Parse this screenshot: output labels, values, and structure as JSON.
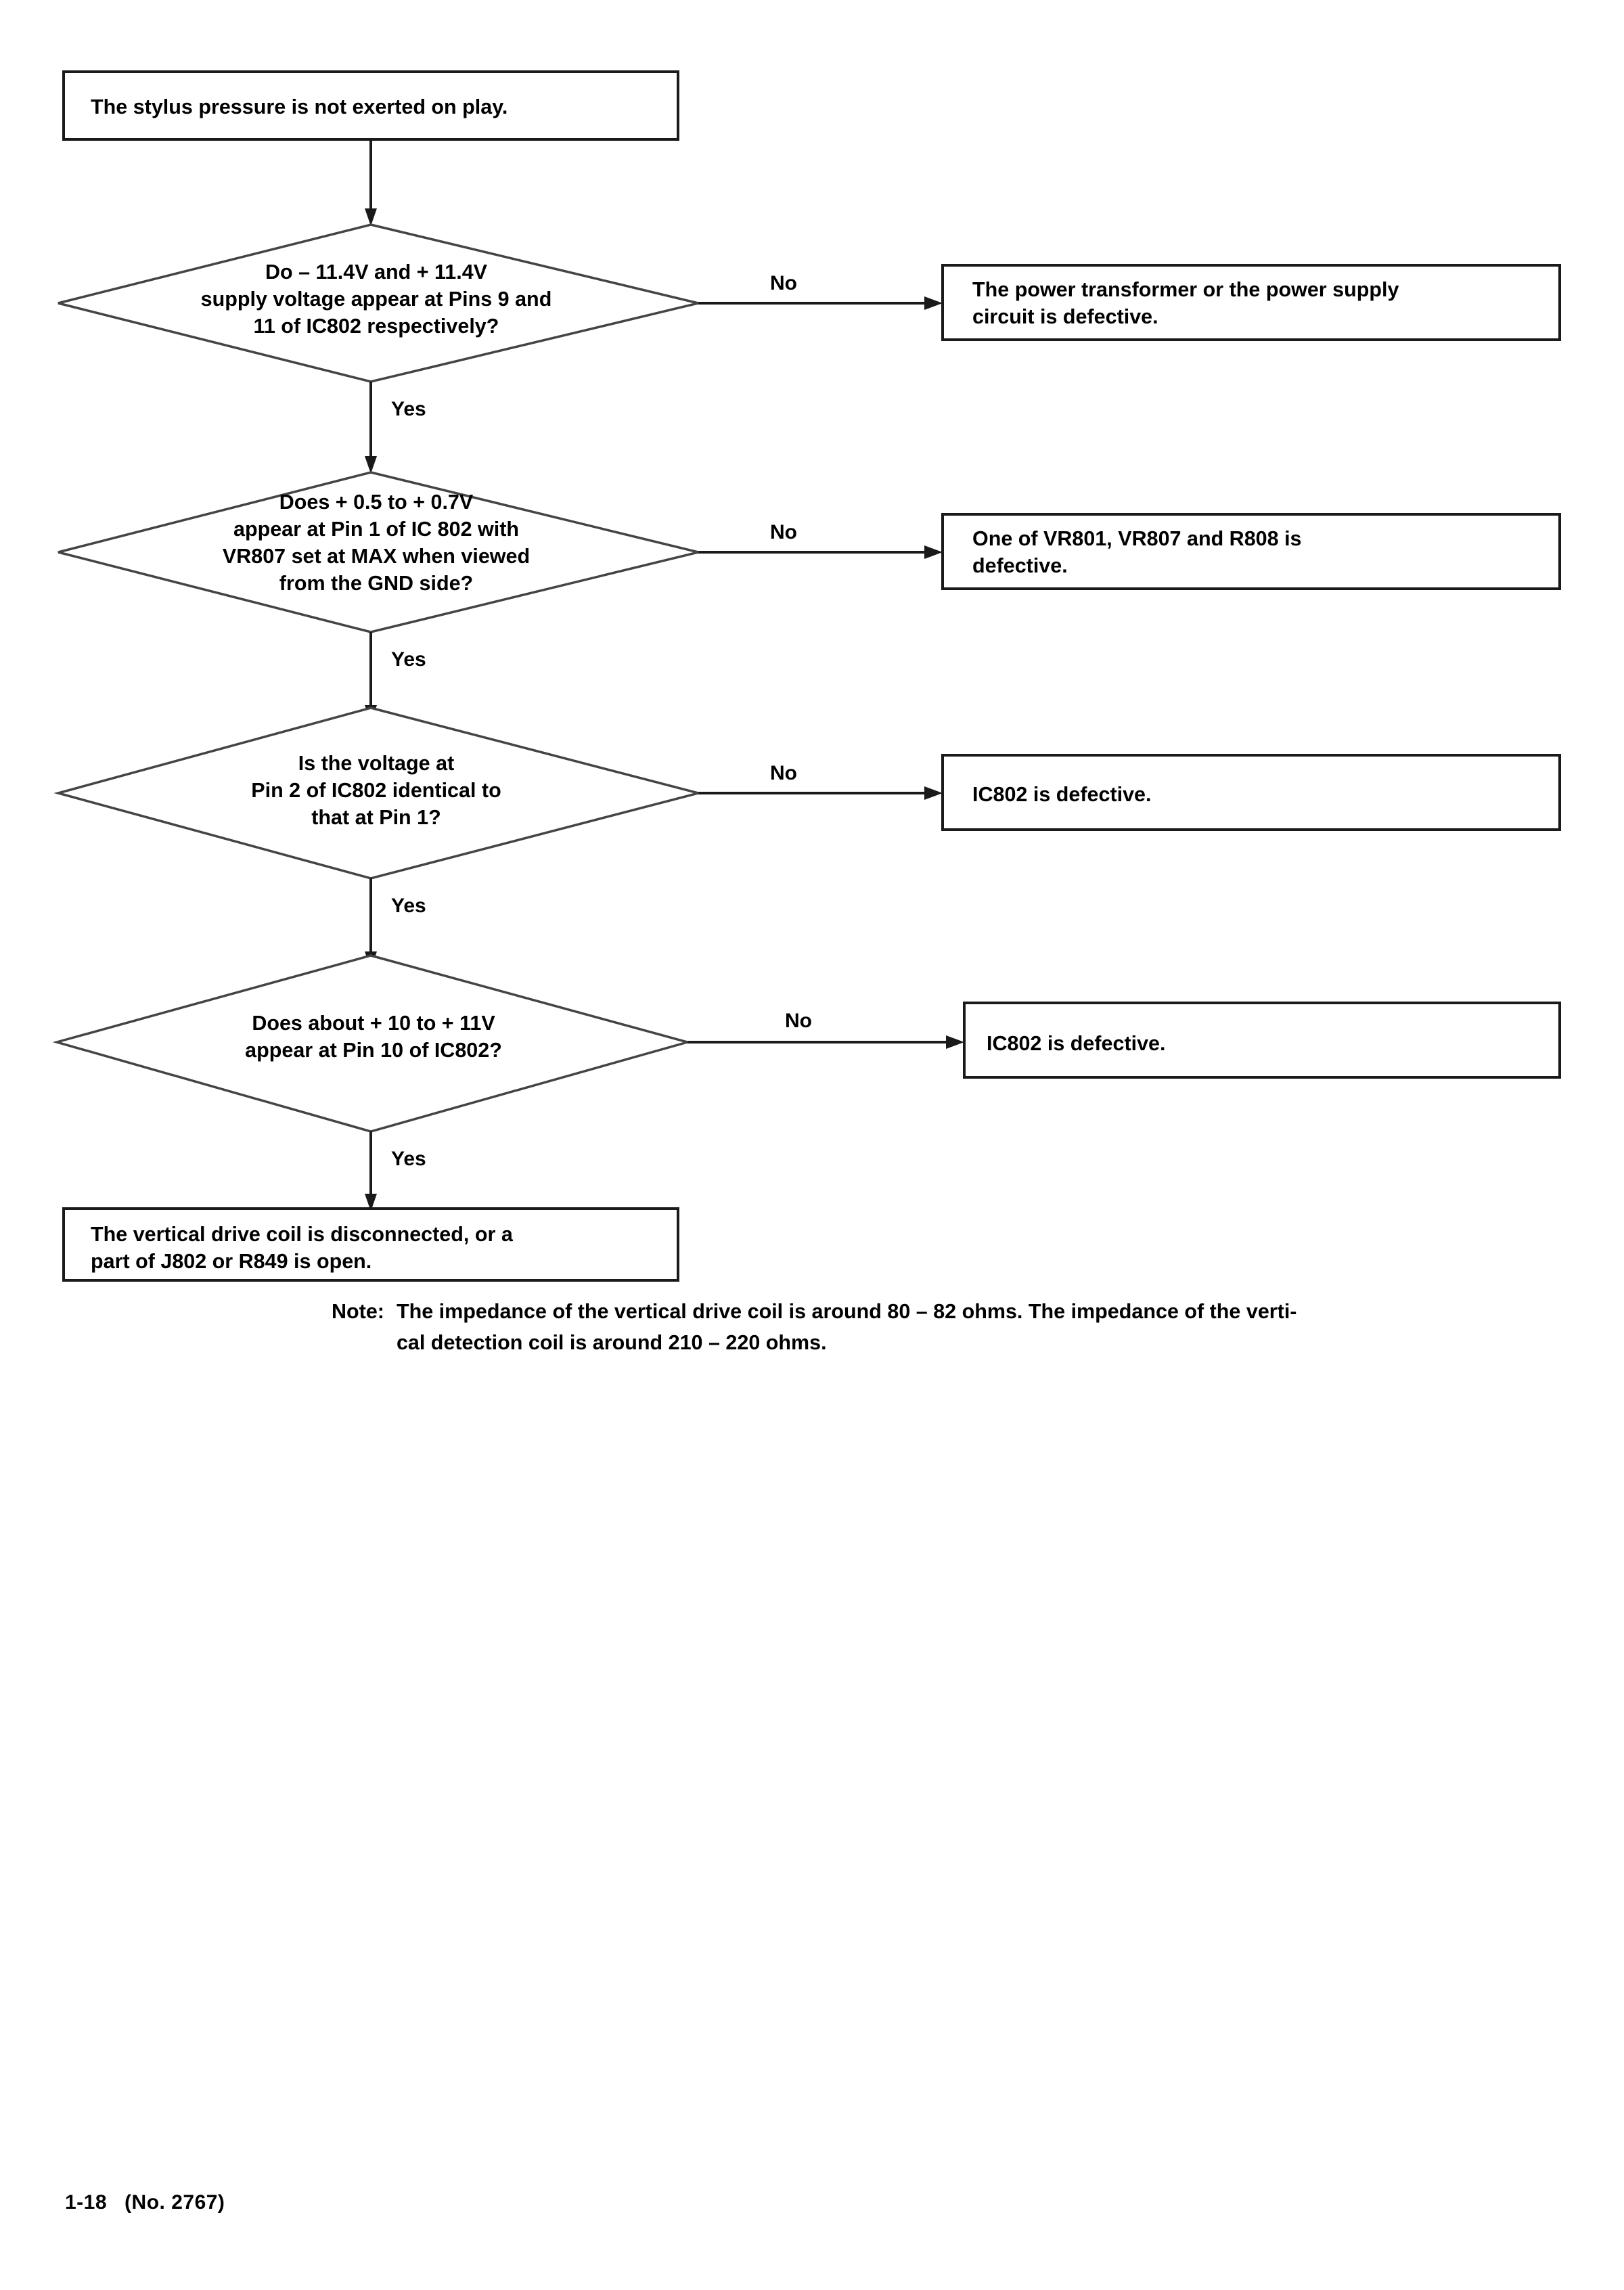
{
  "document": {
    "type": "troubleshooting-flowchart",
    "footer": {
      "page_number": "1-18",
      "reference": "(No. 2767)"
    }
  },
  "flowchart": {
    "start": {
      "label": "The stylus pressure is not exerted on play."
    },
    "branch_labels": {
      "yes": "Yes",
      "no": "No"
    },
    "steps": [
      {
        "id": "step-1",
        "question_lines": [
          "Do – 11.4V and + 11.4V",
          "supply voltage appear at Pins 9 and",
          "11 of IC802 respectively?"
        ],
        "no_label": "No",
        "yes_label": "Yes",
        "outcome_lines": [
          "The power transformer or the power supply",
          "circuit is defective."
        ]
      },
      {
        "id": "step-2",
        "question_lines": [
          "Does + 0.5 to + 0.7V",
          "appear at Pin 1 of IC 802 with",
          "VR807 set at MAX when viewed",
          "from the GND side?"
        ],
        "no_label": "No",
        "yes_label": "Yes",
        "outcome_lines": [
          "One of VR801, VR807 and R808 is",
          "defective."
        ]
      },
      {
        "id": "step-3",
        "question_lines": [
          "Is the voltage at",
          "Pin 2 of IC802 identical to",
          "that at Pin 1?"
        ],
        "no_label": "No",
        "yes_label": "Yes",
        "outcome_lines": [
          "IC802 is defective."
        ]
      },
      {
        "id": "step-4",
        "question_lines": [
          "Does about + 10 to + 11V",
          "appear at Pin 10 of IC802?"
        ],
        "no_label": "No",
        "yes_label": "Yes",
        "outcome_lines": [
          "IC802 is defective."
        ]
      }
    ],
    "end": {
      "lines": [
        "The vertical drive coil is disconnected, or a",
        "part of J802 or R849 is open."
      ]
    }
  },
  "note": {
    "label": "Note:",
    "lines": [
      "The impedance of the vertical drive coil is around 80 – 82 ohms.  The impedance of the verti-",
      "cal detection coil is around 210 – 220 ohms."
    ]
  }
}
